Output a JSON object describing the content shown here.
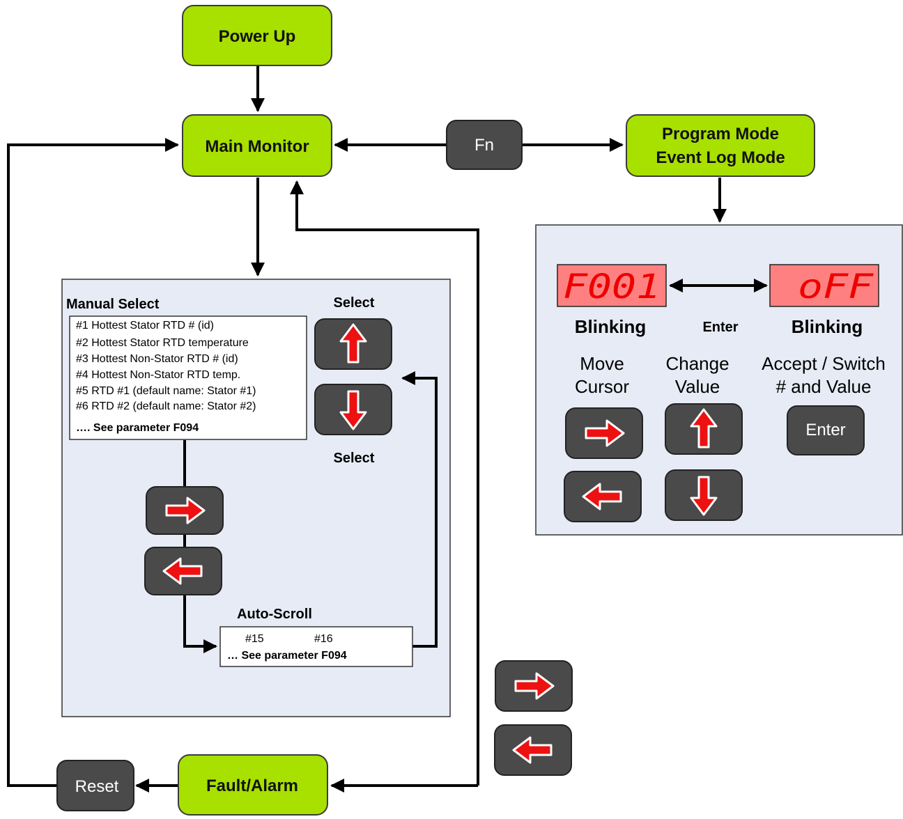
{
  "states": {
    "power_up": "Power Up",
    "main_monitor": "Main Monitor",
    "program_mode_line1": "Program Mode",
    "program_mode_line2": "Event Log Mode",
    "fault_alarm": "Fault/Alarm"
  },
  "keys": {
    "fn": "Fn",
    "reset": "Reset",
    "enter": "Enter"
  },
  "manual_select": {
    "title": "Manual Select",
    "items": [
      "#1 Hottest Stator RTD # (id)",
      "#2 Hottest Stator RTD temperature",
      "#3 Hottest Non-Stator RTD # (id)",
      "#4 Hottest Non-Stator RTD temp.",
      "#5 RTD #1 (default name: Stator #1)",
      "#6 RTD #2 (default name: Stator #2)"
    ],
    "more": "…. See parameter F094",
    "select_top": "Select",
    "select_bottom": "Select"
  },
  "auto_scroll": {
    "title": "Auto-Scroll",
    "from": "#15",
    "to": "#16",
    "more": "… See parameter F094"
  },
  "program_panel": {
    "display_left": "F001",
    "display_right": "oFF",
    "blinking_left": "Blinking",
    "enter_label": "Enter",
    "blinking_right": "Blinking",
    "move_line1": "Move",
    "move_line2": "Cursor",
    "change_line1": "Change",
    "change_line2": "Value",
    "accept_line1": "Accept / Switch",
    "accept_line2": "# and Value"
  },
  "colors": {
    "state_fill": "#a8e000",
    "key_fill": "#4a4a4a",
    "panel_fill": "#e6ebf5",
    "arrow_red": "#ee1111",
    "display_fill": "#ff8080",
    "segment_red": "#ee0000"
  },
  "icons": [
    "right-arrow-icon",
    "left-arrow-icon",
    "up-arrow-icon",
    "down-arrow-icon"
  ]
}
